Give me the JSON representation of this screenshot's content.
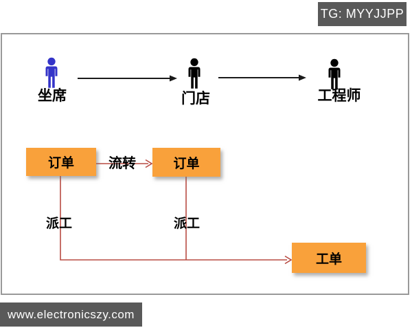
{
  "badges": {
    "tg": "TG: MYYJJPP",
    "site": "www.electronicszy.com"
  },
  "diagram": {
    "actors": [
      {
        "label": "坐席",
        "icon": "person-icon",
        "color": "#3434C8"
      },
      {
        "label": "门店",
        "icon": "person-icon",
        "color": "#000000"
      },
      {
        "label": "工程师",
        "icon": "person-icon",
        "color": "#000000"
      }
    ],
    "boxes": [
      {
        "label": "订单"
      },
      {
        "label": "订单"
      },
      {
        "label": "工单"
      }
    ],
    "edges": {
      "flow_label": "流转",
      "dispatch_label_1": "派工",
      "dispatch_label_2": "派工"
    }
  },
  "colors": {
    "accent_orange": "#F9A13B",
    "connector_red": "#B84B42",
    "arrow_black": "#1A1A1A",
    "badge_bg": "#595959",
    "badge_text": "#FFFFFF",
    "frame_border": "#999999",
    "person_blue": "#3434C8",
    "person_black": "#000000"
  }
}
